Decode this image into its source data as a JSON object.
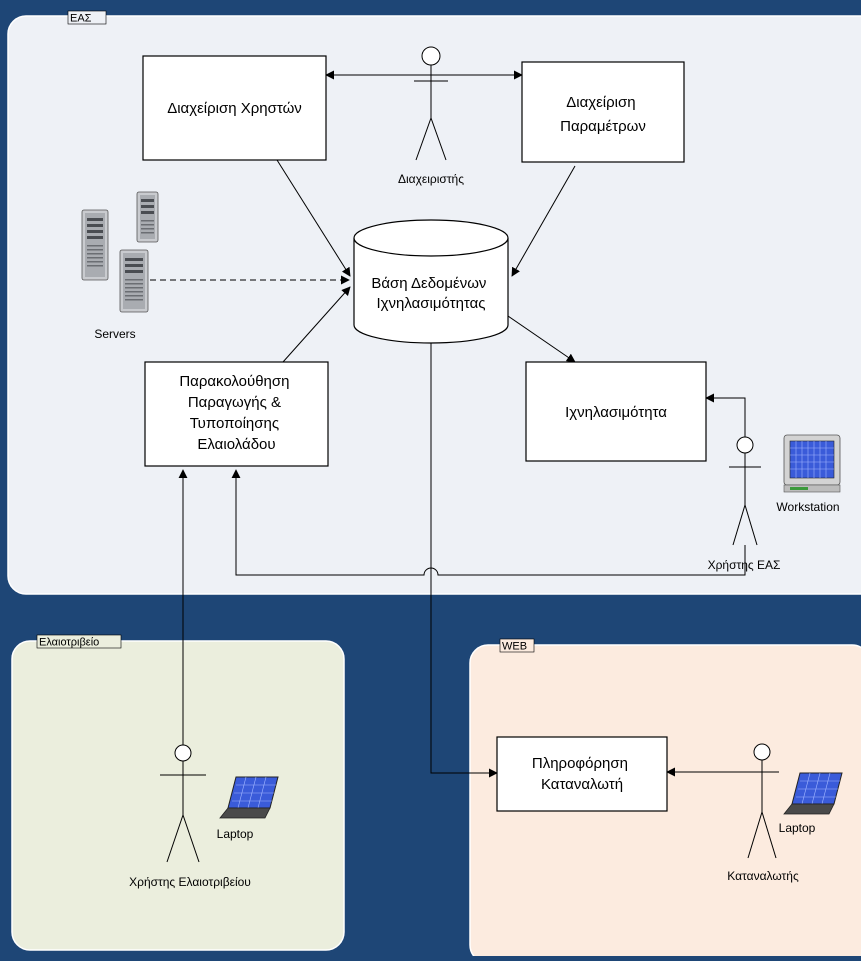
{
  "colors": {
    "background": "#1e4676",
    "eas_panel": "#eef1f6",
    "eleotriveio_panel": "#ebeedd",
    "web_panel": "#fcebdf",
    "box_fill": "#ffffff",
    "stroke": "#000000",
    "screen_blue": "#3a5bd9"
  },
  "regions": {
    "eas": "ΕΑΣ",
    "eleotriveio": "Ελαιοτριβείο",
    "web": "WEB"
  },
  "boxes": {
    "user_mgmt": [
      "Διαχείριση Χρηστών"
    ],
    "param_mgmt": [
      "Διαχείριση",
      "Παραμέτρων"
    ],
    "database": [
      "Βάση Δεδομένων",
      "Ιχνηλασιμότητας"
    ],
    "production": [
      "Παρακολούθηση",
      "Παραγωγής  &",
      "Τυποποίησης",
      "Ελαιολάδου"
    ],
    "traceability": [
      "Ιχνηλασιμότητα"
    ],
    "consumer_info": [
      "Πληροφόρηση",
      "Καταναλωτή"
    ]
  },
  "actors": {
    "admin": "Διαχειριστής",
    "eas_user": "Χρήστης ΕΑΣ",
    "mill_user": "Χρήστης Ελαιοτριβείου",
    "consumer": "Καταναλωτής"
  },
  "devices": {
    "servers": "Servers",
    "workstation": "Workstation",
    "laptop_mill": "Laptop",
    "laptop_web": "Laptop"
  },
  "icons": [
    "stick-figure-icon",
    "server-icon",
    "workstation-icon",
    "laptop-icon"
  ]
}
